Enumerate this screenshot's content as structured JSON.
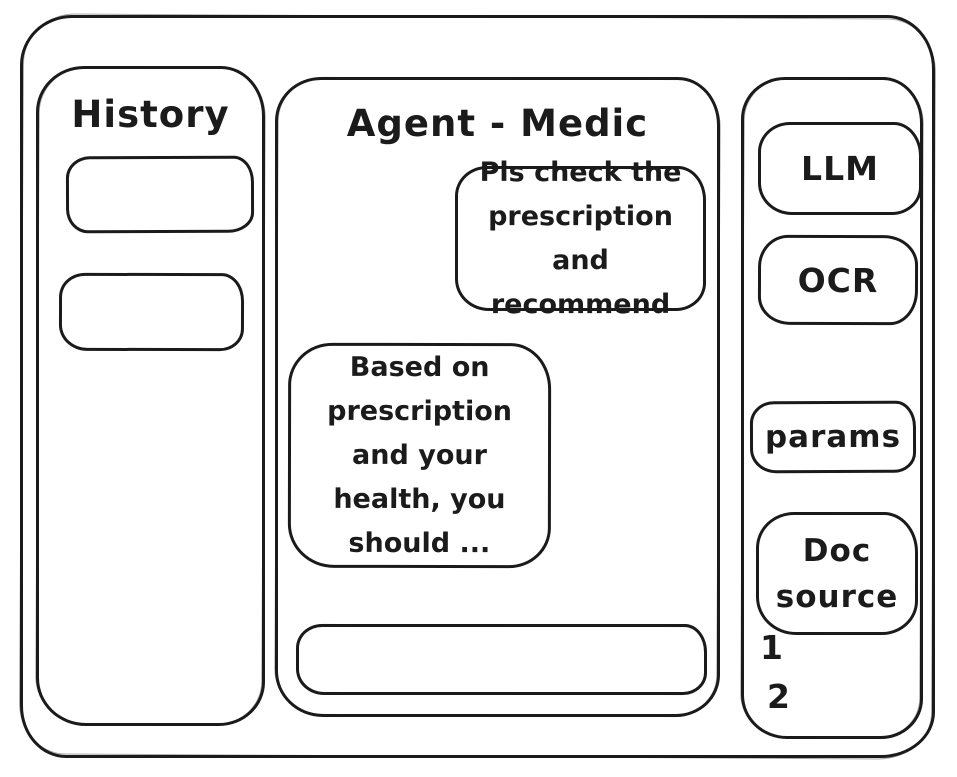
{
  "colors": {
    "ink": "#1b1b1b",
    "background": "#ffffff"
  },
  "history_panel": {
    "title": "History",
    "items": [
      {
        "label": ""
      },
      {
        "label": ""
      }
    ]
  },
  "chat_panel": {
    "title": "Agent - Medic",
    "messages": [
      {
        "role": "user",
        "text": "Pls check the prescription and recommend"
      },
      {
        "role": "assistant",
        "text": "Based on prescription and your health, you should ..."
      }
    ],
    "input": {
      "value": "",
      "placeholder": ""
    }
  },
  "tools_panel": {
    "buttons": [
      {
        "label": "LLM"
      },
      {
        "label": "OCR"
      },
      {
        "label": "params"
      },
      {
        "label": "Doc source"
      }
    ],
    "doc_source_items": [
      {
        "label": "1"
      },
      {
        "label": "2"
      }
    ]
  }
}
